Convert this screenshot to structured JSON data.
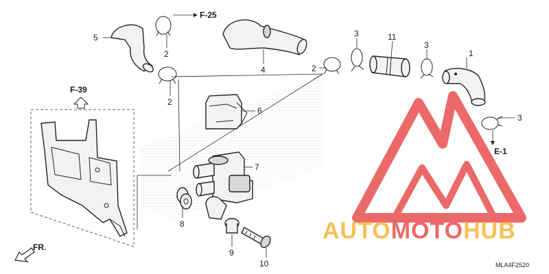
{
  "diagram": {
    "callouts": [
      "1",
      "2",
      "2",
      "2",
      "3",
      "3",
      "3",
      "4",
      "5",
      "6",
      "7",
      "8",
      "9",
      "10",
      "11"
    ],
    "references": {
      "f25": "F-25",
      "f39": "F-39",
      "e1": "E-1",
      "front": "FR."
    },
    "drawing_code": "MLA4F2520"
  },
  "watermark": {
    "word_part1": "AUTO",
    "word_part2": "MOTO",
    "word_part3": "HUB",
    "color_orange": "#f5b63b",
    "color_red": "#e9504f"
  }
}
